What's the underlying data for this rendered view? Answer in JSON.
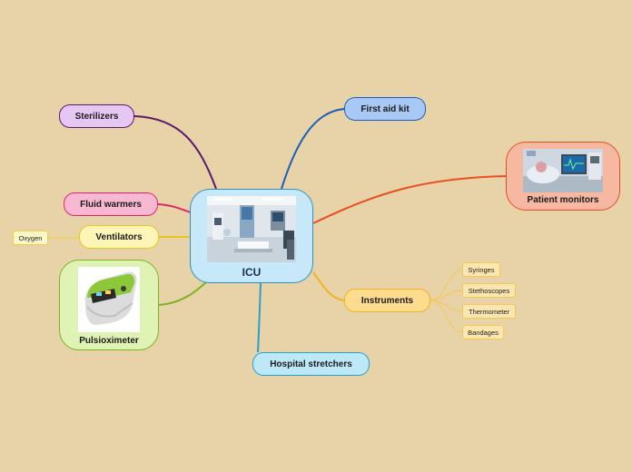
{
  "central": {
    "label": "ICU",
    "image_icon": "icu-room-photo"
  },
  "branches": {
    "sterilizers": "Sterilizers",
    "fluid_warmers": "Fluid warmers",
    "ventilators": "Ventilators",
    "oxygen": "Oxygen",
    "pulsioximeter": "Pulsioximeter",
    "first_aid_kit": "First aid kit",
    "patient_monitors": "Patient monitors",
    "instruments": "Instruments",
    "hospital_stretchers": "Hospital stretchers"
  },
  "instrument_items": [
    "Syringes",
    "Stethoscopes",
    "Thermometer",
    "Bandages"
  ],
  "icons": {
    "pulsioximeter": "pulse-oximeter-photo",
    "patient_monitors": "patient-monitor-photo"
  },
  "colors": {
    "background": "#e8d3a8",
    "central_fill": "#c6e8f8",
    "central_border": "#2f8fc9",
    "sterilizers": "#5a1a6e",
    "sterilizers_fill": "#e6c6f2",
    "fluid_warmers": "#e0266a",
    "fluid_warmers_fill": "#f8b8d2",
    "ventilators": "#e8c81a",
    "ventilators_fill": "#fdf5b8",
    "pulsioximeter": "#7ab520",
    "pulsioximeter_fill": "#dff3b5",
    "first_aid_kit": "#1d5fb8",
    "first_aid_kit_fill": "#a8c8f5",
    "patient_monitors": "#e85020",
    "patient_monitors_fill": "#f7b8a2",
    "instruments": "#f0b420",
    "instruments_fill": "#fddc90",
    "hospital_stretchers": "#2aa0cf",
    "hospital_stretchers_fill": "#bde8f8"
  }
}
